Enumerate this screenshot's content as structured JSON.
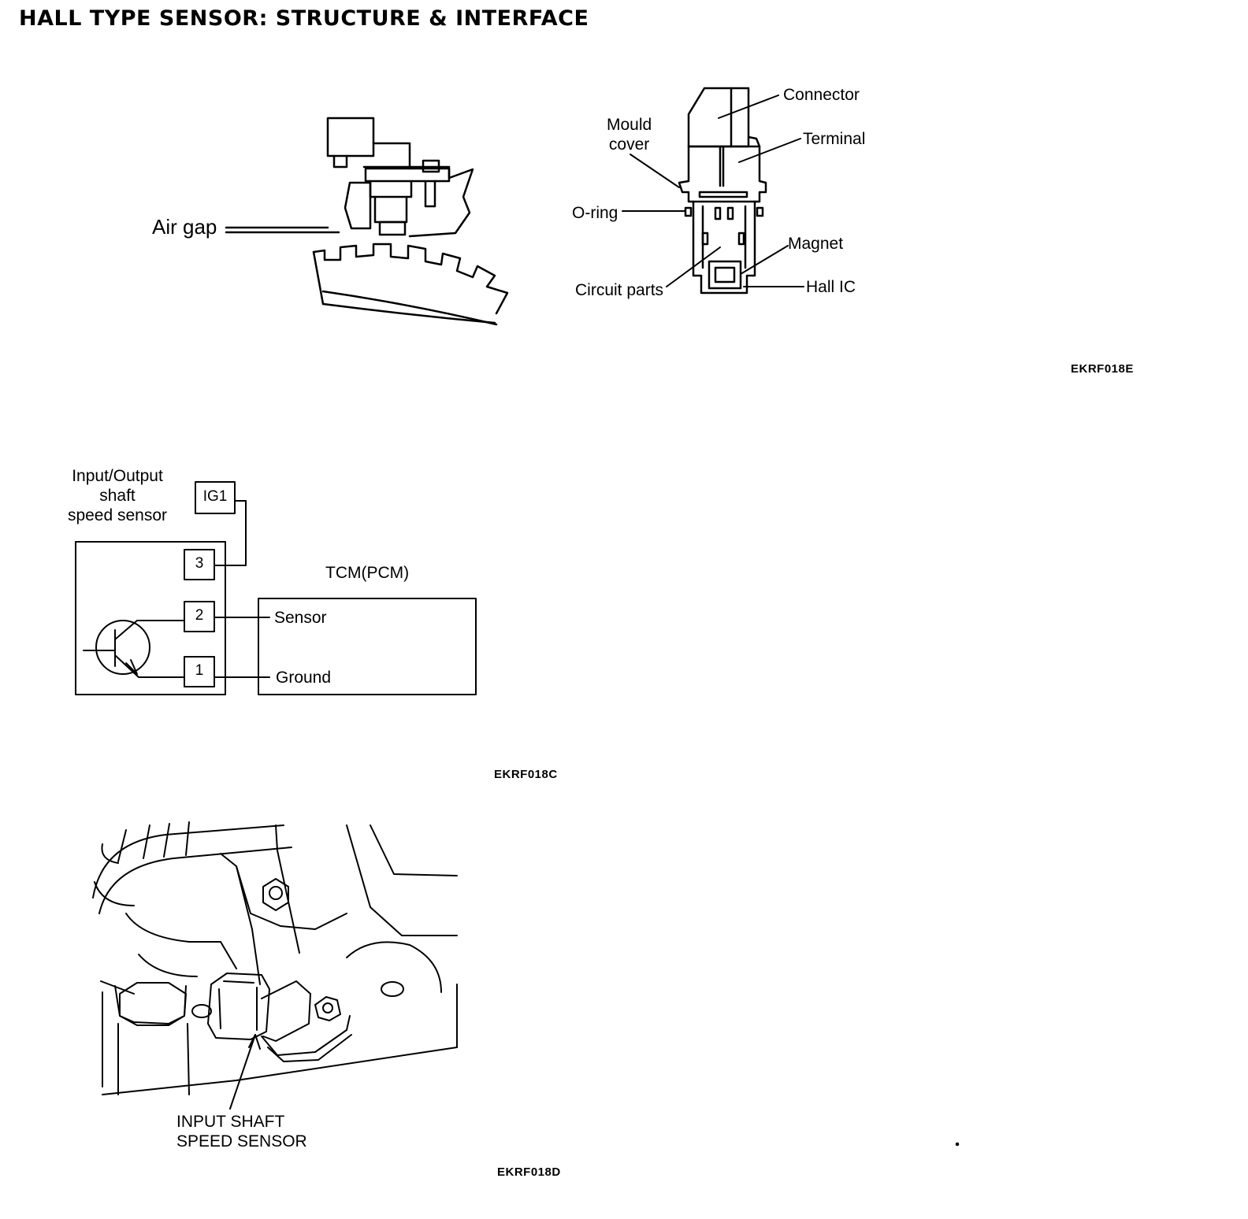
{
  "page": {
    "title": "HALL TYPE SENSOR: STRUCTURE & INTERFACE"
  },
  "structure": {
    "air_gap_label": "Air gap",
    "labels": {
      "connector": "Connector",
      "mould_cover": "Mould\ncover",
      "terminal": "Terminal",
      "o_ring": "O-ring",
      "magnet": "Magnet",
      "circuit_parts": "Circuit parts",
      "hall_ic": "Hall IC"
    },
    "figure_code": "EKRF018E"
  },
  "interface": {
    "sensor_label": "Input/Output\nshaft\nspeed sensor",
    "ig_label": "IG1",
    "pins": [
      "3",
      "2",
      "1"
    ],
    "tcm_label": "TCM(PCM)",
    "sensor_line": "Sensor",
    "ground_line": "Ground",
    "figure_code": "EKRF018C"
  },
  "location": {
    "callout": "INPUT SHAFT\nSPEED SENSOR",
    "figure_code": "EKRF018D"
  }
}
